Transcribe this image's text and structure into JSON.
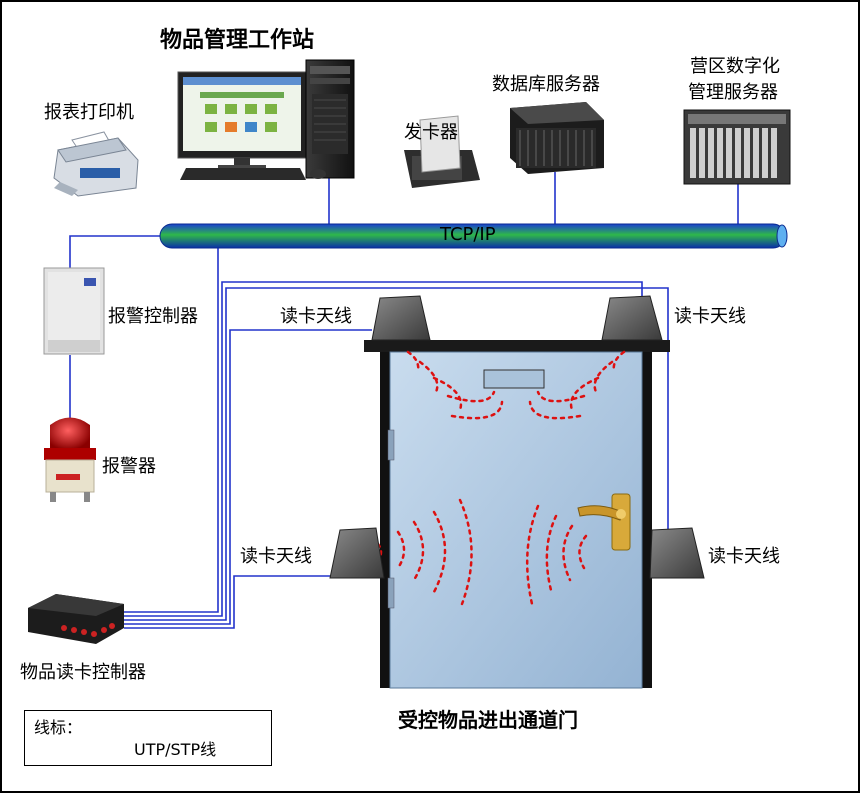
{
  "labels": {
    "workstation": "物品管理工作站",
    "printer": "报表打印机",
    "card_issuer": "发卡器",
    "database_server": "数据库服务器",
    "camp_server_line1": "营区数字化",
    "camp_server_line2": "管理服务器",
    "network": "TCP/IP",
    "alarm_controller": "报警控制器",
    "alarm": "报警器",
    "reader_antenna_top_left": "读卡天线",
    "reader_antenna_top_right": "读卡天线",
    "reader_antenna_mid_left": "读卡天线",
    "reader_antenna_mid_right": "读卡天线",
    "reader_controller": "物品读卡控制器",
    "door": "受控物品进出通道门"
  },
  "legend": {
    "title": "线标：",
    "cable": "UTP/STP线"
  },
  "colors": {
    "cable": "#2233cc",
    "bus_start": "#0033cc",
    "bus_mid": "#22aa33",
    "door_fill": "#a9c3dc",
    "door_frame": "#111111",
    "rf_wave": "#dd1111"
  }
}
